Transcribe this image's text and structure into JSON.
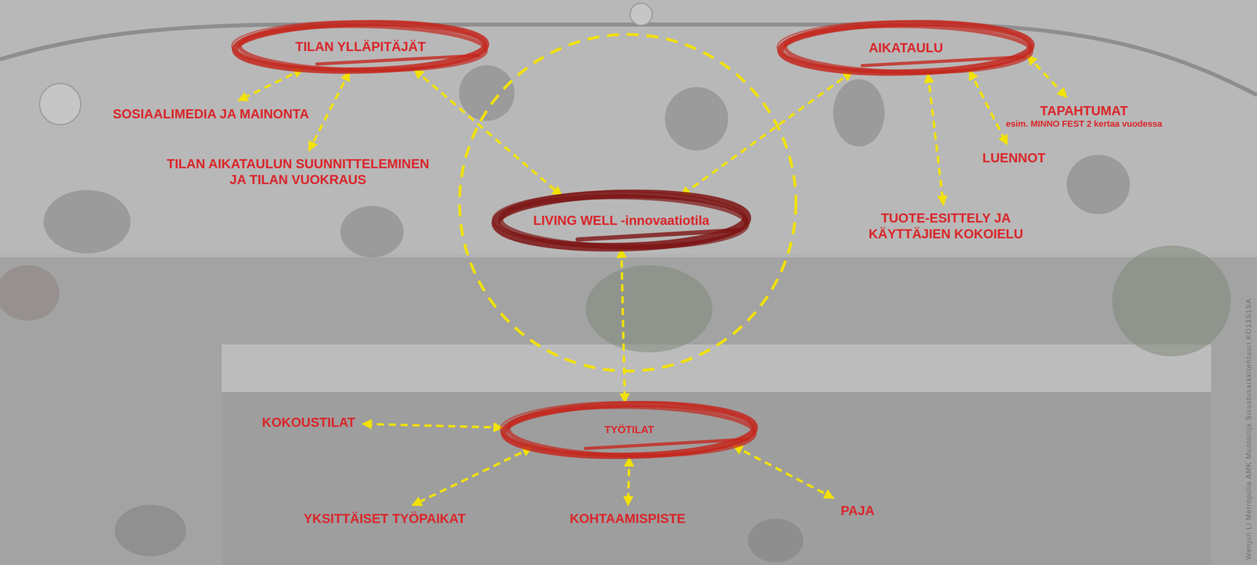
{
  "diagram": {
    "nodes": [
      {
        "text": [
          "TILAN YLLÄPITÄJÄT"
        ]
      },
      {
        "text": [
          "AIKATAULU"
        ]
      },
      {
        "text": [
          "SOSIAALIMEDIA JA MAINONTA"
        ]
      },
      {
        "text": [
          "TILAN AIKATAULUN SUUNNITTELEMINEN JA TILAN VUOKRAUS"
        ]
      },
      {
        "text": [
          "TAPAHTUMAT",
          "esim. MINNO FEST 2 kertaa vuodessa"
        ]
      },
      {
        "text": [
          "LUENNOT"
        ]
      },
      {
        "text": [
          "LIVING WELL -innovaatiotila"
        ]
      },
      {
        "text": [
          "TUOTE-ESITTELY JA KÄYTTÄJIEN KOKOIELU"
        ]
      },
      {
        "text": [
          "KOKOUSTILAT"
        ]
      },
      {
        "text": [
          "TYÖTILAT"
        ]
      },
      {
        "text": [
          "YKSITTÄISET TYÖPAIKAT"
        ]
      },
      {
        "text": [
          "KOHTAAMISPISTE"
        ]
      },
      {
        "text": [
          "PAJA"
        ]
      }
    ],
    "edges": [
      {
        "from": 0,
        "to": 2,
        "arrow": "both"
      },
      {
        "from": 0,
        "to": 3,
        "arrow": "both"
      },
      {
        "from": 0,
        "to": 6,
        "arrow": "both"
      },
      {
        "from": 1,
        "to": 6,
        "arrow": "both"
      },
      {
        "from": 1,
        "to": 4,
        "arrow": "both"
      },
      {
        "from": 1,
        "to": 5,
        "arrow": "both"
      },
      {
        "from": 1,
        "to": 7,
        "arrow": "both"
      },
      {
        "from": 6,
        "to": 9,
        "arrow": "both"
      },
      {
        "from": 9,
        "to": 8,
        "arrow": "both"
      },
      {
        "from": 9,
        "to": 10,
        "arrow": "both"
      },
      {
        "from": 9,
        "to": 11,
        "arrow": "both"
      },
      {
        "from": 9,
        "to": 12,
        "arrow": "both"
      }
    ],
    "labels": [
      "Wenjun Li Metropolia AMK Muotoilija Sisustusarkkitehtuuri KO13S1SA"
    ]
  }
}
